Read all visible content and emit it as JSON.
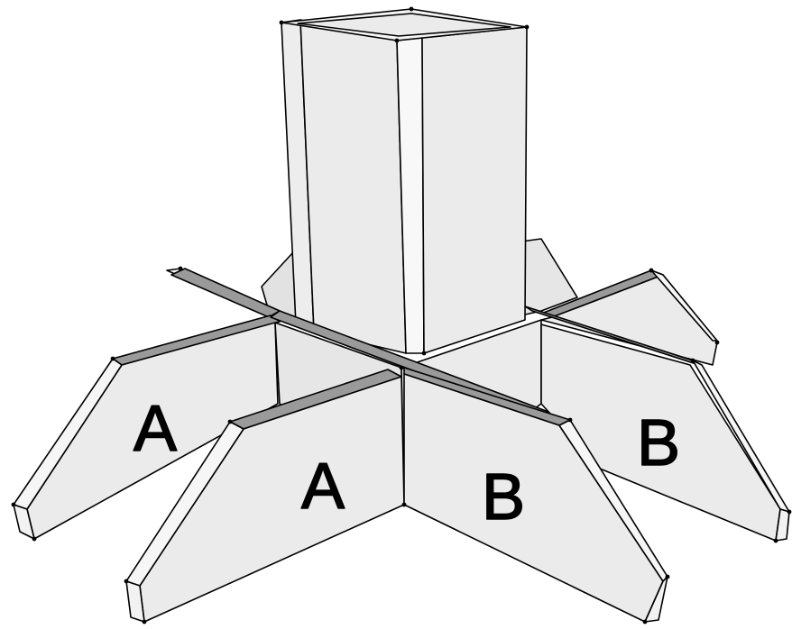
{
  "figure": {
    "labels": [
      {
        "id": "left-outer",
        "text": "A"
      },
      {
        "id": "left-inner",
        "text": "A"
      },
      {
        "id": "right-inner",
        "text": "B"
      },
      {
        "id": "right-outer",
        "text": "B"
      }
    ],
    "colors": {
      "background": "#ffffff",
      "face_light": "#ebebeb",
      "face_white": "#f7f7f7",
      "face_shadow": "#e0e0e0",
      "top_edge": "#9a9a9a",
      "stroke": "#000000"
    }
  }
}
